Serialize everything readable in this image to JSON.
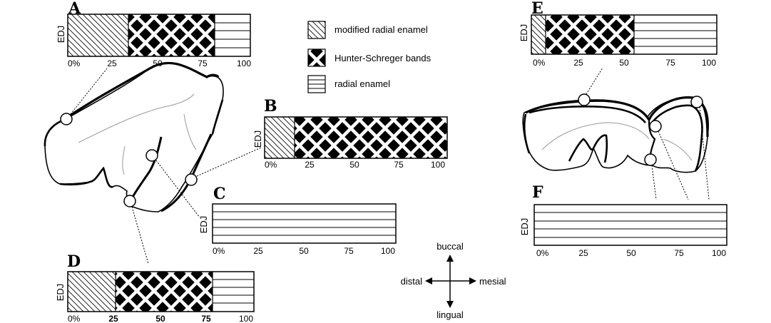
{
  "panels": {
    "A": {
      "letter": "A",
      "edj": "EDJ",
      "ticks": [
        "0%",
        "25",
        "50",
        "75",
        "100"
      ]
    },
    "B": {
      "letter": "B",
      "edj": "EDJ",
      "ticks": [
        "0%",
        "25",
        "50",
        "75",
        "100"
      ]
    },
    "C": {
      "letter": "C",
      "edj": "EDJ",
      "ticks": [
        "0%",
        "25",
        "50",
        "75",
        "100"
      ]
    },
    "D": {
      "letter": "D",
      "edj": "EDJ",
      "ticks": [
        "0%",
        "25",
        "50",
        "75",
        "100"
      ]
    },
    "E": {
      "letter": "E",
      "edj": "EDJ",
      "ticks": [
        "0%",
        "25",
        "50",
        "75",
        "100"
      ]
    },
    "F": {
      "letter": "F",
      "edj": "EDJ",
      "ticks": [
        "0%",
        "25",
        "50",
        "75",
        "100"
      ]
    }
  },
  "legend": {
    "modified": "modified radial enamel",
    "hsb": "Hunter-Schreger bands",
    "radial": "radial enamel"
  },
  "compass": {
    "buccal": "buccal",
    "lingual": "lingual",
    "distal": "distal",
    "mesial": "mesial"
  },
  "colors": {
    "ink": "#000000",
    "light_outline": "#9a9a9a",
    "background": "#ffffff"
  }
}
